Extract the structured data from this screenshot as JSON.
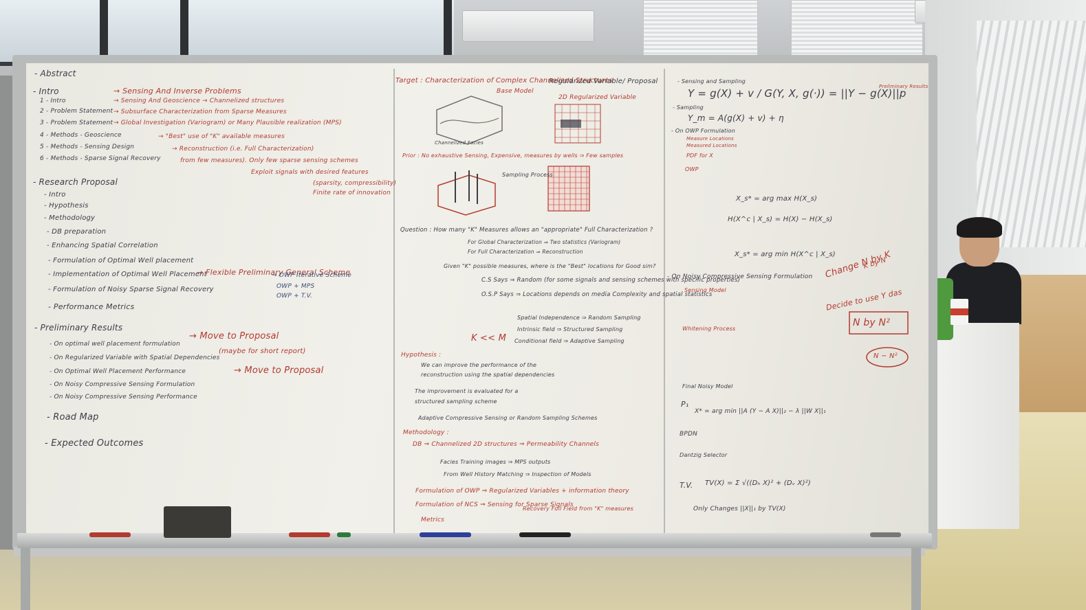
{
  "board": {
    "left_column": {
      "lines": [
        {
          "t": "- Abstract",
          "c": "blk"
        },
        {
          "t": "- Intro",
          "c": "blk"
        },
        {
          "t": "1 - Intro",
          "c": "blk"
        },
        {
          "t": "2 - Problem Statement",
          "c": "blk"
        },
        {
          "t": "3 - Problem Statement",
          "c": "blk"
        },
        {
          "t": "4 - Methods - Geoscience",
          "c": "blk"
        },
        {
          "t": "5 - Methods - Sensing Design",
          "c": "blk"
        },
        {
          "t": "6 - Methods - Sparse Signal Recovery",
          "c": "blk"
        },
        {
          "t": "- Research Proposal",
          "c": "blk"
        },
        {
          "t": "- Intro",
          "c": "blk"
        },
        {
          "t": "- Hypothesis",
          "c": "blk"
        },
        {
          "t": "- Methodology",
          "c": "blk"
        },
        {
          "t": "- DB preparation",
          "c": "blk"
        },
        {
          "t": "- Enhancing Spatial Correlation",
          "c": "blk"
        },
        {
          "t": "- Formulation of Optimal Well placement",
          "c": "blk"
        },
        {
          "t": "- Implementation of Optimal Well Placement",
          "c": "blk"
        },
        {
          "t": "- Formulation of Noisy Sparse Signal Recovery",
          "c": "blk"
        },
        {
          "t": "- Performance Metrics",
          "c": "blk"
        },
        {
          "t": "- Preliminary Results",
          "c": "blk"
        },
        {
          "t": "- On optimal well placement formulation",
          "c": "blk"
        },
        {
          "t": "- On Regularized Variable with Spatial Dependencies",
          "c": "blk"
        },
        {
          "t": "- On Optimal Well Placement Performance",
          "c": "blk"
        },
        {
          "t": "- On Noisy Compressive Sensing Formulation",
          "c": "blk"
        },
        {
          "t": "- On Noisy Compressive Sensing Performance",
          "c": "blk"
        },
        {
          "t": "- Road Map",
          "c": "blk"
        },
        {
          "t": "- Expected Outcomes",
          "c": "blk"
        }
      ],
      "red_notes": [
        "→ Sensing And Inverse Problems",
        "→ Sensing And Geoscience → Channelized structures",
        "→ Subsurface Characterization from Sparse Measures",
        "→ Global Investigation (Variogram) or Many Plausible realization (MPS)",
        "→ \"Best\" use of \"K\" available measures",
        "→ Reconstruction (i.e. Full Characterization)",
        "from few measures). Only few sparse sensing schemes",
        "Exploit signals with desired features",
        "(sparsity, compressibility)",
        "Finite rate of innovation",
        "→ Flexible Preliminary General Scheme",
        "→ Move to Proposal",
        "(maybe for short report)",
        "→ Move to Proposal"
      ],
      "blue_notes": [
        "→ OWP Iterative Scheme",
        "OWP + MPS",
        "OWP + T.V."
      ]
    },
    "middle_column": {
      "header": "Target : Characterization of Complex Channelized Structures",
      "header_extra": "Regularized Variable/ Proposal",
      "lines": [
        "Base Model",
        "2D Regularized Variable",
        "Channelized Facies",
        "Prior : No exhaustive Sensing, Expensive, measures by wells ⇒ Few samples",
        "Sampling Process",
        "Question : How many \"K\" Measures allows an \"appropriate\" Full Characterization ?",
        "For Global Characterization ⇒ Two statistics (Variogram)",
        "For Full Characterization ⇒ Reconstruction",
        "Given \"K\" possible measures, where is the \"Best\" locations for Good sim?",
        "C.S Says ⇒ Random (for some signals and sensing schemes with specific properties)",
        "O.S.P Says ⇒ Locations depends on media Complexity and spatial statistics",
        "Spatial Independence ⇒ Random Sampling",
        "Intrinsic field ⇒ Structured Sampling",
        "Conditional field ⇒ Adaptive Sampling",
        "K << M",
        "Hypothesis :",
        "We can improve the performance of the",
        "reconstruction using the spatial dependencies",
        "The improvement is evaluated for a",
        "structured sampling scheme",
        "Adaptive Compressive Sensing or Random Sampling Schemes",
        "Methodology :",
        "DB ⇒ Channelized 2D structures ⇒ Permeability Channels",
        "Facies Training images ⇒ MPS outputs",
        "From Well History Matching ⇒ Inspection of Models",
        "Formulation of OWP ⇒ Regularized Variables + information theory",
        "Formulation of NCS ⇒ Sensing for Sparse Signals",
        "Recovery Full Field from \"K\" measures",
        "Metrics"
      ]
    },
    "right_column": {
      "equation_top": "Y = g(X) + v  /  G(Y, X, g(·)) = ||Y − g(X)||p",
      "equation_2": "Y_m = A(g(X) + v) + η",
      "lines": [
        "- Sensing and Sampling",
        "- Sampling",
        "- On OWP Formulation",
        "Measure Locations",
        "Measured Locations",
        "PDF for X",
        "OWP",
        "X_s* = arg max H(X_s)",
        "H(X^c | X_s) = H(X) − H(X_s)",
        "X_s* = arg min H(X^c | X_s)",
        "- On Noisy Compressive Sensing Formulation",
        "Sensing Model",
        "Whitening Process",
        "Final Noisy Model",
        "P₁",
        "X* = arg min ||A (Y − A X)||₂ − λ ||W X||₁",
        "BPDN",
        "Dantzig Selector",
        "T.V.",
        "TV(X) = Σ √((Dₕ X)² + (Dᵥ X)²)",
        "Only Changes ||X||₁ by TV(X)"
      ],
      "red_notes": [
        "Preliminary Results",
        "Change N by K",
        "K by N",
        "Decide to use Y das",
        "N by N²",
        "N − N²"
      ]
    }
  }
}
